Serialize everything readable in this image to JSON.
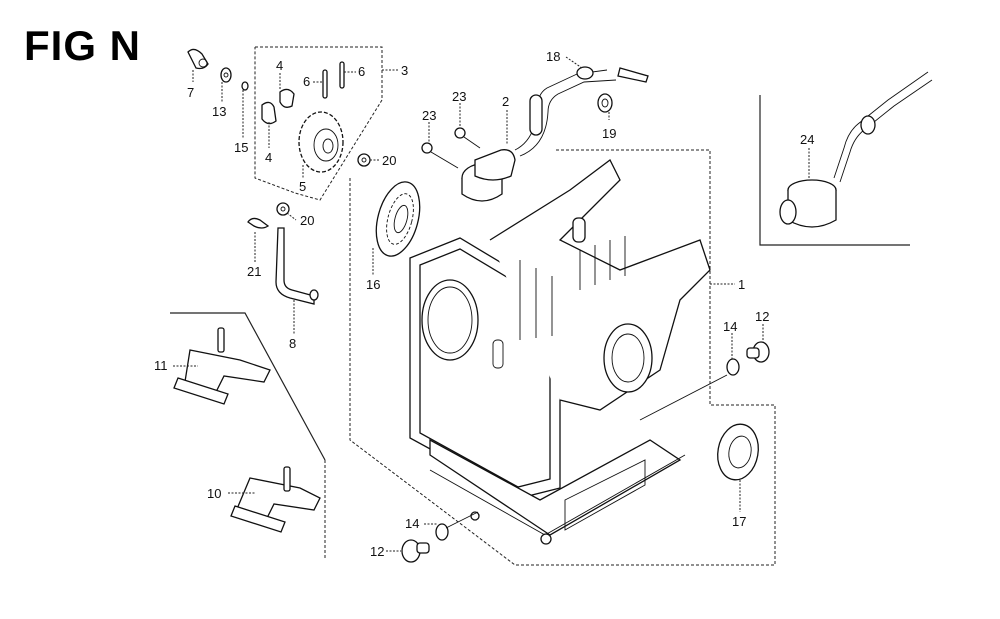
{
  "figure": {
    "title": "FIG N",
    "description": "Exploded parts diagram: cylinder barrel / crankcase assembly"
  },
  "callouts": [
    {
      "id": "c1",
      "label": "1",
      "part": "cylinder-barrel"
    },
    {
      "id": "c2",
      "label": "2",
      "part": "oil-alert-switch-body"
    },
    {
      "id": "c3",
      "label": "3",
      "part": "governor-assembly-group"
    },
    {
      "id": "c4a",
      "label": "4",
      "part": "governor-weight"
    },
    {
      "id": "c4b",
      "label": "4",
      "part": "governor-weight"
    },
    {
      "id": "c5",
      "label": "5",
      "part": "governor-gear"
    },
    {
      "id": "c6a",
      "label": "6",
      "part": "governor-pin"
    },
    {
      "id": "c6b",
      "label": "6",
      "part": "governor-pin"
    },
    {
      "id": "c7",
      "label": "7",
      "part": "governor-slider"
    },
    {
      "id": "c8",
      "label": "8",
      "part": "breather-tube"
    },
    {
      "id": "c10",
      "label": "10",
      "part": "engine-mount-rear"
    },
    {
      "id": "c11",
      "label": "11",
      "part": "engine-mount-front"
    },
    {
      "id": "c12a",
      "label": "12",
      "part": "drain-plug"
    },
    {
      "id": "c12b",
      "label": "12",
      "part": "drain-plug"
    },
    {
      "id": "c13",
      "label": "13",
      "part": "washer"
    },
    {
      "id": "c15",
      "label": "15",
      "part": "clip"
    },
    {
      "id": "c14a",
      "label": "14",
      "part": "washer"
    },
    {
      "id": "c14b",
      "label": "14",
      "part": "washer"
    },
    {
      "id": "c16",
      "label": "16",
      "part": "radial-ball-bearing"
    },
    {
      "id": "c17",
      "label": "17",
      "part": "oil-seal"
    },
    {
      "id": "c18",
      "label": "18",
      "part": "wire-grommet"
    },
    {
      "id": "c19",
      "label": "19",
      "part": "grommet"
    },
    {
      "id": "c20a",
      "label": "20",
      "part": "o-ring"
    },
    {
      "id": "c20b",
      "label": "20",
      "part": "o-ring"
    },
    {
      "id": "c21",
      "label": "21",
      "part": "tube-clip"
    },
    {
      "id": "c23a",
      "label": "23",
      "part": "flange-bolt"
    },
    {
      "id": "c23b",
      "label": "23",
      "part": "flange-bolt"
    },
    {
      "id": "c24",
      "label": "24",
      "part": "oil-level-switch"
    }
  ]
}
